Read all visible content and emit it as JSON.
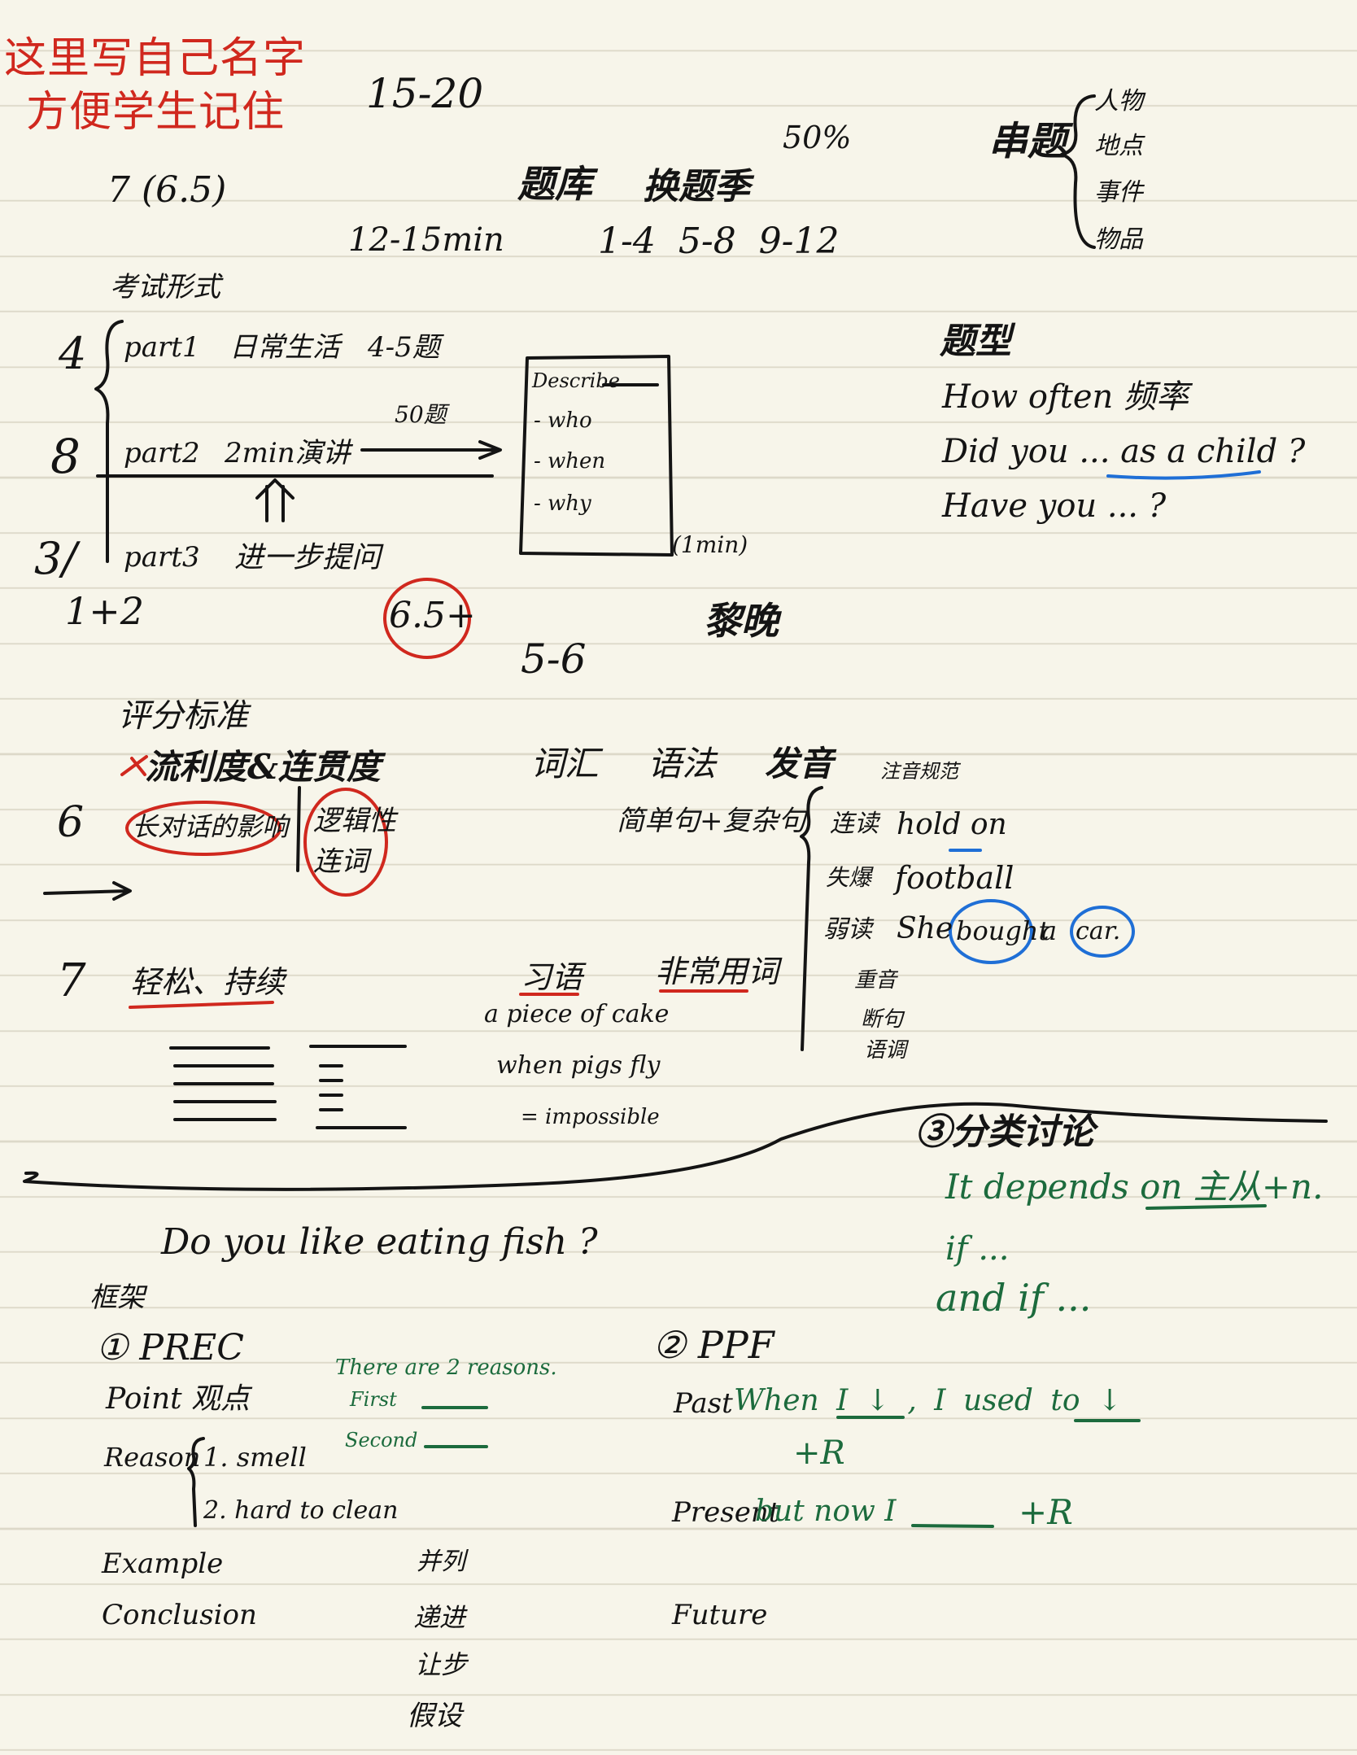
{
  "header": {
    "name_note_line1": "这里写自己名字",
    "name_note_line2": "方便学生记住",
    "range": "15-20",
    "percent": "50%",
    "score": "7 (6.5)",
    "bank": "题库",
    "mock": "换题季",
    "time": "12-15min",
    "groups": "1-4 5-8 9-12",
    "series": {
      "label": "串题",
      "items": [
        "人物",
        "地点",
        "事件",
        "物品"
      ]
    }
  },
  "exam": {
    "title": "考试形式",
    "part1": {
      "count": "4",
      "label": "part1",
      "desc": "日常生活",
      "qty": "4-5题"
    },
    "part2": {
      "count": "8",
      "label": "part2",
      "desc": "2min演讲",
      "topics": "50题"
    },
    "part3": {
      "count": "3/",
      "sub": "1+2",
      "label": "part3",
      "desc": "进一步提问"
    },
    "card": {
      "title": "Describe",
      "items": [
        "- who",
        "- when",
        "- why"
      ],
      "prep": "(1min)"
    },
    "score_circle": "6.5+",
    "score_mid": "5-6",
    "dawn": "黎晚"
  },
  "questions": {
    "title": "题型",
    "lines": [
      "How often 频率",
      "Did you ... as a child ?",
      "Have you ... ?"
    ]
  },
  "scoring": {
    "title": "评分标准",
    "fluency": "流利度&连贯度",
    "col_vocab": "词汇",
    "col_grammar": "语法",
    "col_pron": "发音",
    "pron_note": "注音规范",
    "level6": "6",
    "arrow": "→",
    "level6_left": "长对话的影响",
    "level6_right_1": "逻辑性",
    "level6_right_2": "连词",
    "sentence": "简单句+复杂句",
    "pron_items": {
      "linking_label": "连读",
      "linking_ex": "hold on",
      "loss_label": "失爆",
      "loss_ex": "football",
      "weak_label": "弱读",
      "weak_ex": [
        "She",
        "bought",
        "a",
        "car."
      ],
      "others": [
        "重音",
        "断句",
        "语调"
      ]
    },
    "level7": "7",
    "level7_left": "轻松、持续",
    "idiom": "习语",
    "rare": "非常用词",
    "idiom_ex": [
      "a piece of cake",
      "when pigs fly",
      "= impossible"
    ]
  },
  "part3_discuss": {
    "title": "③分类讨论",
    "lines": [
      "It depends on 主从+n.",
      "if ...",
      "and if ..."
    ]
  },
  "prec": {
    "question": "Do you like eating fish ?",
    "frame": "框架",
    "title": "① PREC",
    "point": "Point 观点",
    "reason": "Reason",
    "reasons": [
      "1. smell",
      "2. hard to clean"
    ],
    "example": "Example",
    "conclusion": "Conclusion",
    "green": [
      "There are 2 reasons.",
      "First",
      "Second"
    ],
    "connectors": [
      "并列",
      "递进",
      "让步",
      "假设"
    ]
  },
  "ppf": {
    "title": "② PPF",
    "past": "Past",
    "past_green": "When I ↓ , I used to ↓",
    "past_r": "+R",
    "present": "Present",
    "present_green": "but now I",
    "present_r": "+R",
    "future": "Future"
  }
}
